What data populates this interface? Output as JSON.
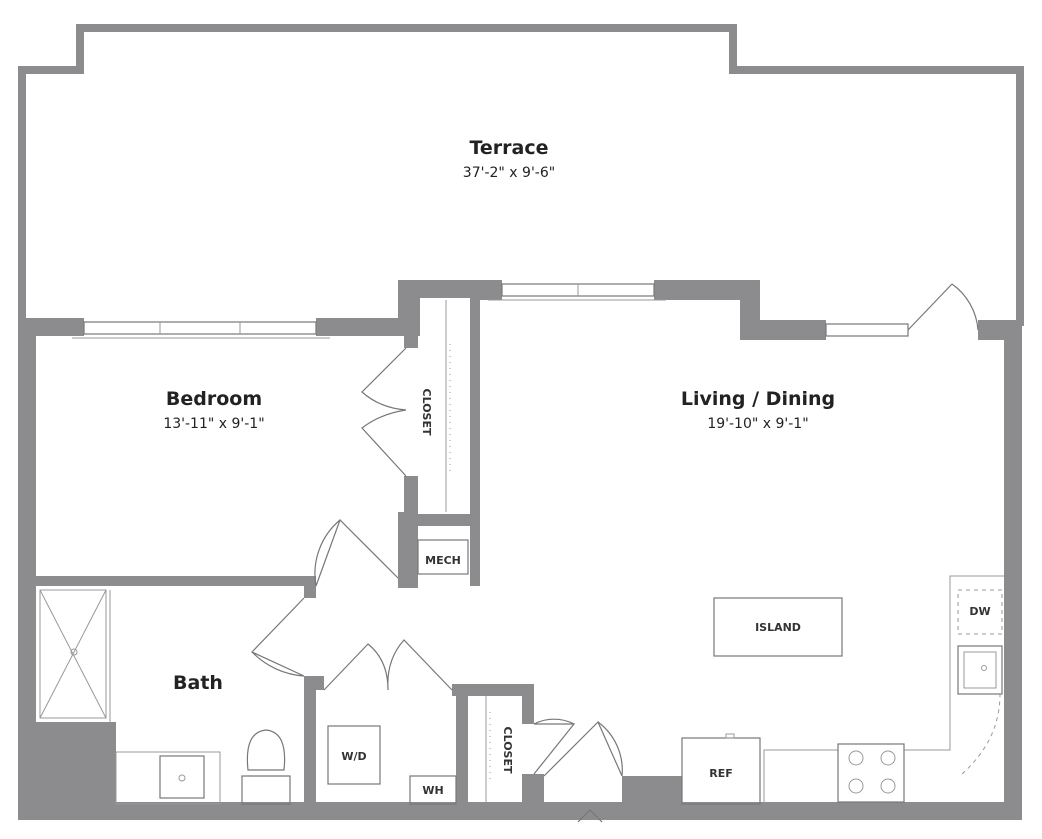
{
  "rooms": {
    "terrace": {
      "name": "Terrace",
      "dimensions": "37'-2\" x 9'-6\""
    },
    "bedroom": {
      "name": "Bedroom",
      "dimensions": "13'-11\" x 9'-1\""
    },
    "living": {
      "name": "Living / Dining",
      "dimensions": "19'-10\" x 9'-1\""
    },
    "bath": {
      "name": "Bath"
    }
  },
  "fixtures": {
    "closet_bedroom": "CLOSET",
    "closet_entry": "CLOSET",
    "mech": "MECH",
    "island": "ISLAND",
    "dw": "DW",
    "wd": "W/D",
    "wh": "WH",
    "ref": "REF"
  },
  "colors": {
    "wall": "#8c8c8e",
    "line": "#777777"
  }
}
